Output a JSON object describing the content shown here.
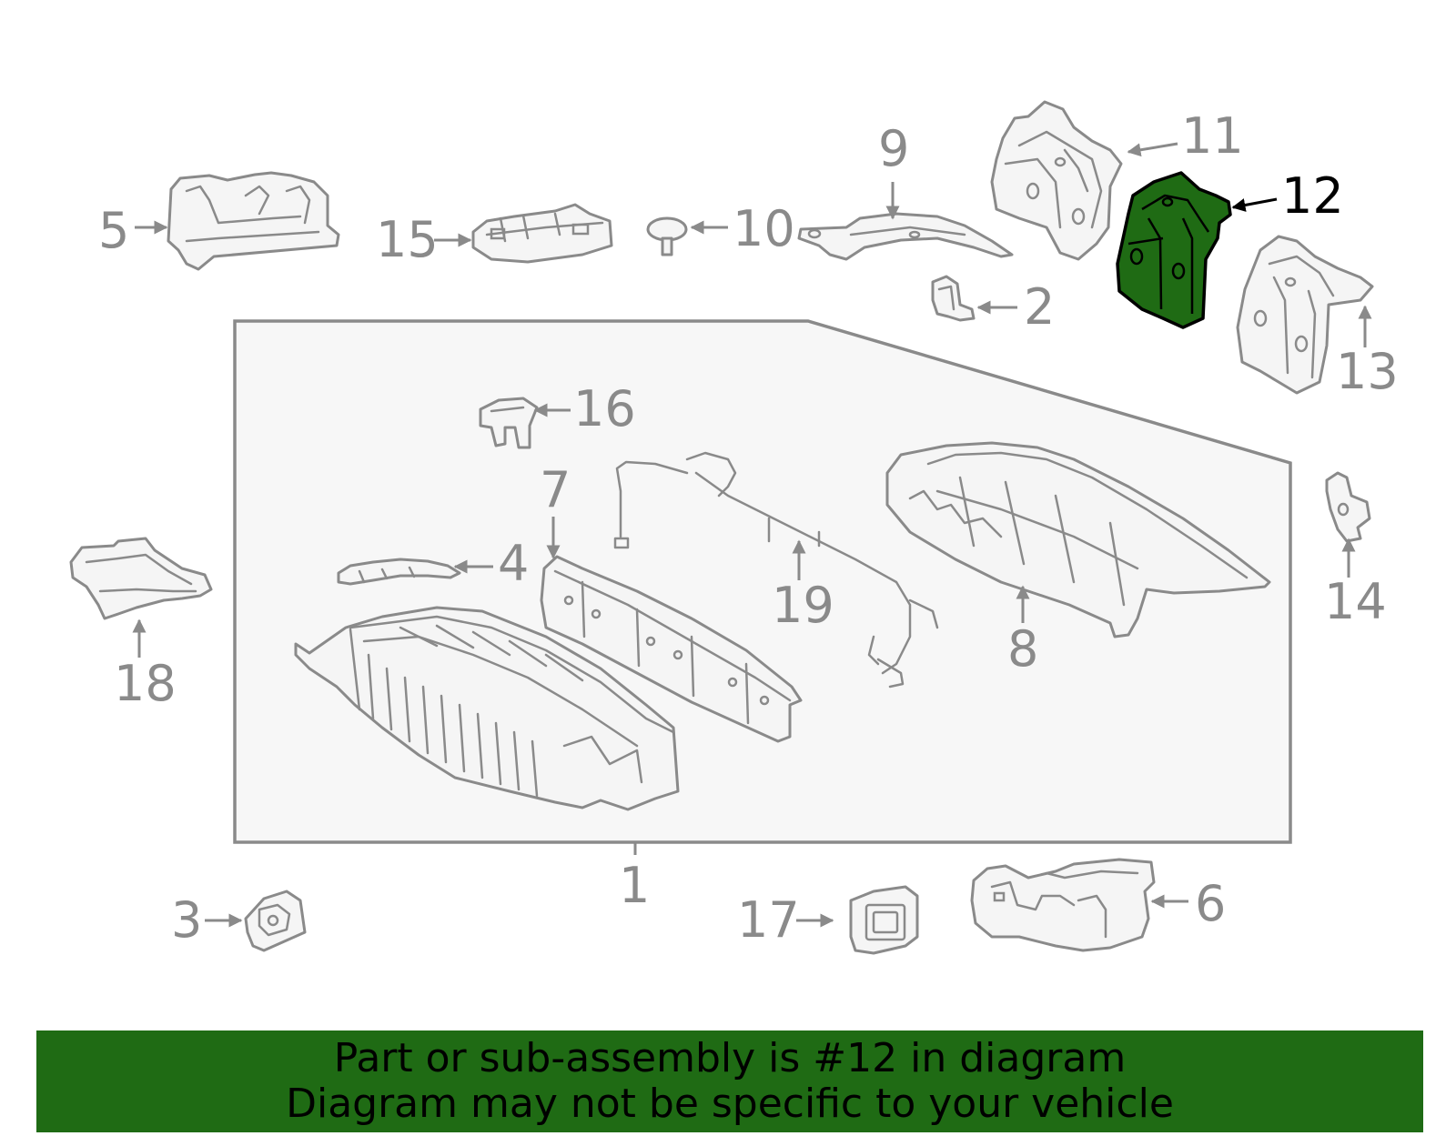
{
  "diagram": {
    "highlight_color": "#1f6b14",
    "part_color": "#8a8a8a",
    "highlighted_part": "12",
    "callouts": {
      "c1": "1",
      "c2": "2",
      "c3": "3",
      "c4": "4",
      "c5": "5",
      "c6": "6",
      "c7": "7",
      "c8": "8",
      "c9": "9",
      "c10": "10",
      "c11": "11",
      "c12": "12",
      "c13": "13",
      "c14": "14",
      "c15": "15",
      "c16": "16",
      "c17": "17",
      "c18": "18",
      "c19": "19"
    }
  },
  "banner": {
    "background": "#1f6b14",
    "line1": "Part or sub-assembly is #12 in diagram",
    "line2": "Diagram may not be specific to your vehicle"
  }
}
